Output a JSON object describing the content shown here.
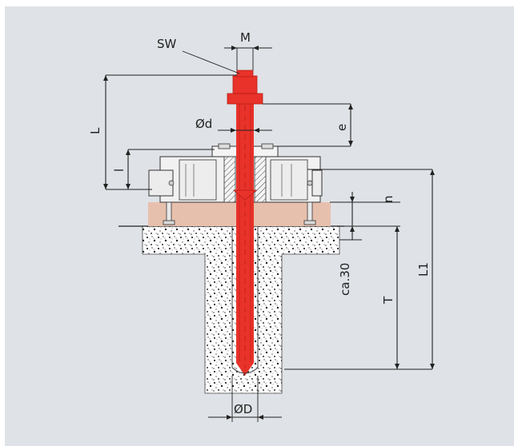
{
  "labels": {
    "sw": "SW",
    "m": "M",
    "phi_d": "Ød",
    "e": "e",
    "l_upper": "L",
    "l_lower": "l",
    "n": "n",
    "l1": "L1",
    "t": "T",
    "ca30": "ca.30",
    "phi_D": "ØD"
  },
  "colors": {
    "background": "#dfe2e6",
    "anchor": "#e8322a",
    "anchor_dark": "#b81e17",
    "grout": "#e7c0ad",
    "machine": "#f1f1f1",
    "line": "#222222"
  }
}
